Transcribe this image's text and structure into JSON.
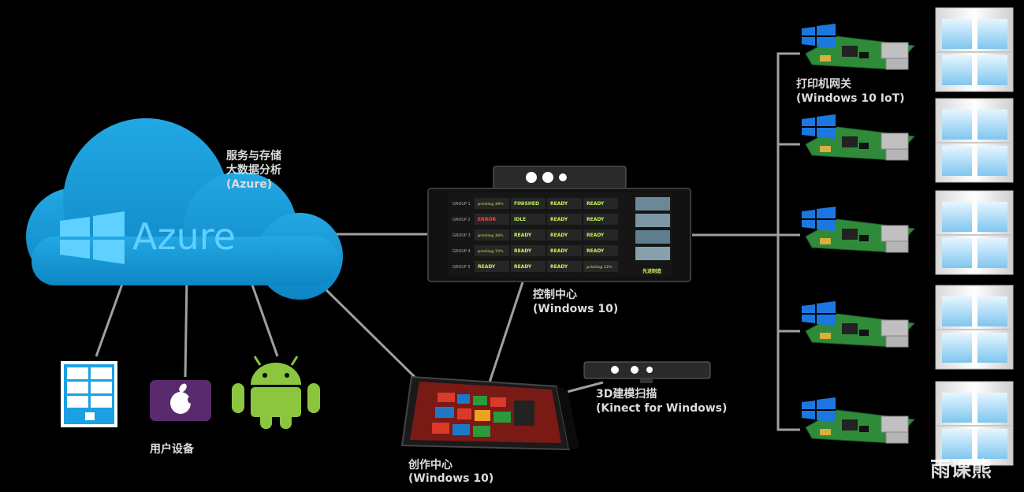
{
  "cloud": {
    "label": "Azure"
  },
  "labels": {
    "services_line1": "服务与存储",
    "services_line2": "大数据分析",
    "services_line3": "(Azure)",
    "control_line1": "控制中心",
    "control_line2": "(Windows 10)",
    "creative_line1": "创作中心",
    "creative_line2": "(Windows 10)",
    "scan_line1": "3D建模扫描",
    "scan_line2": "(Kinect for Windows)",
    "gateway_line1": "打印机网关",
    "gateway_line2": "(Windows 10 IoT)",
    "user_devices": "用户设备",
    "watermark": "雨课熊"
  },
  "dashboard": {
    "rows": [
      {
        "group": "GROUP 1",
        "cells": [
          "printing 39%",
          "FINISHED",
          "READY",
          "READY"
        ]
      },
      {
        "group": "GROUP 2",
        "cells": [
          "ERROR",
          "IDLE",
          "READY",
          "READY"
        ]
      },
      {
        "group": "GROUP 3",
        "cells": [
          "printing 36%",
          "READY",
          "READY",
          "READY"
        ]
      },
      {
        "group": "GROUP 4",
        "cells": [
          "printing 72%",
          "READY",
          "READY",
          "READY"
        ]
      },
      {
        "group": "GROUP 5",
        "cells": [
          "READY",
          "READY",
          "READY",
          "printing 12%"
        ]
      }
    ],
    "brand": "先进制造"
  },
  "colors": {
    "cloud": "#1199d6",
    "cloud_text": "#5fd0ff",
    "line": "#a0a0a0",
    "ready": "#c6f25a",
    "error": "#ff4040",
    "android": "#8cc63e",
    "apple_bg": "#5a2a6e",
    "windows_blue": "#1a78e0"
  }
}
